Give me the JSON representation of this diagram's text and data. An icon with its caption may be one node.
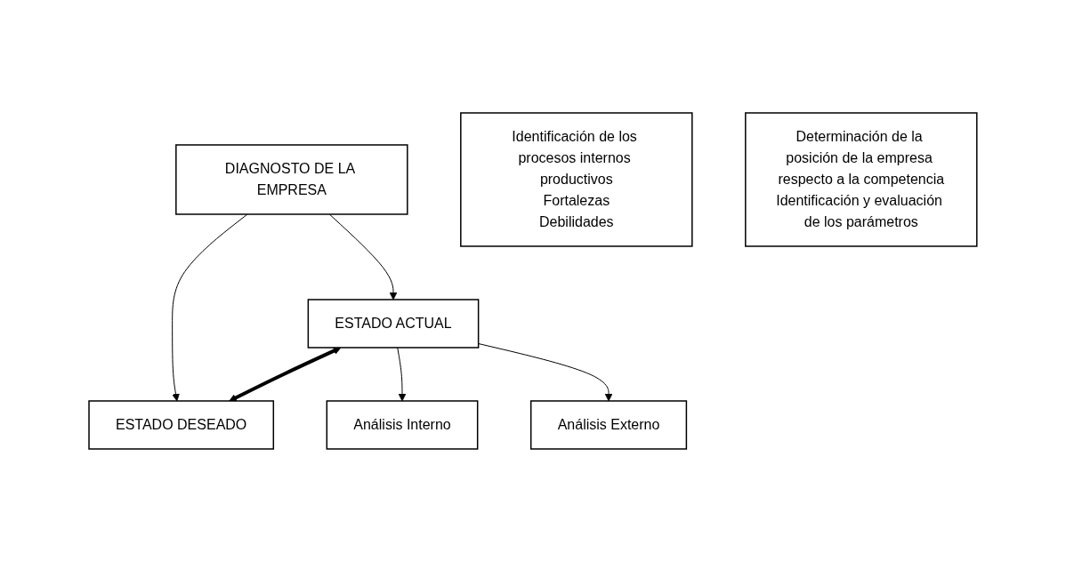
{
  "diagram": {
    "nodes": [
      {
        "text": [
          "DIAGNOSTO DE LA EMPRESA"
        ]
      },
      {
        "text": [
          "ESTADO ACTUAL"
        ]
      },
      {
        "text": [
          "ESTADO DESEADO"
        ]
      },
      {
        "text": [
          "Análisis Interno"
        ]
      },
      {
        "text": [
          "Análisis Externo"
        ]
      },
      {
        "text": [
          "Identificación de los procesos internos productivos",
          "Fortalezas",
          "Debilidades"
        ]
      },
      {
        "text": [
          "Determinación de la posición de la empresa respecto a la competencia",
          "Identificación y evaluación de los parámetros"
        ]
      }
    ],
    "edges": [
      {
        "from": 0,
        "to": 1,
        "arrow": "to"
      },
      {
        "from": 0,
        "to": 2,
        "arrow": "to"
      },
      {
        "from": 1,
        "to": 2,
        "arrow": "both",
        "style": "thick"
      },
      {
        "from": 1,
        "to": 3,
        "arrow": "to"
      },
      {
        "from": 1,
        "to": 4,
        "arrow": "to"
      }
    ]
  }
}
